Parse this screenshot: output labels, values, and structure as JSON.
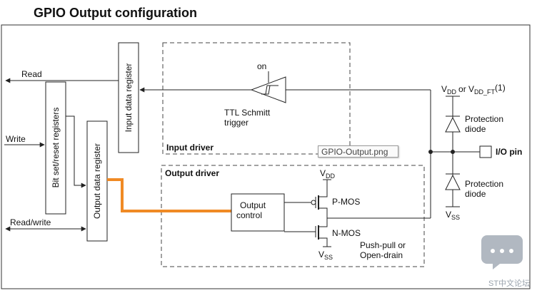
{
  "title": "GPIO Output configuration",
  "signals": {
    "read": "Read",
    "write": "Write",
    "read_write": "Read/write"
  },
  "registers": {
    "input_data": "Input data register",
    "bit_set_reset": "Bit set/reset registers",
    "output_data": "Output data register"
  },
  "input_driver": {
    "label": "Input driver",
    "on": "on",
    "schmitt": [
      "TTL Schmitt",
      "trigger"
    ]
  },
  "output_driver": {
    "label": "Output driver",
    "control": [
      "Output",
      "control"
    ],
    "pmos": "P-MOS",
    "nmos": "N-MOS",
    "mode": [
      "Push-pull or",
      "Open-drain"
    ]
  },
  "supply": {
    "vdd": "V",
    "vdd_sub": "DD",
    "vdd_or": "or V",
    "vdd_ft_sub": "DD_FT",
    "note": "(1)",
    "vss": "V",
    "vss_sub": "SS"
  },
  "protection": [
    "Protection",
    "diode"
  ],
  "io_pin": "I/O pin",
  "tooltip": "GPIO-Output.png",
  "watermark": "ST中文论坛",
  "colors": {
    "highlight": "#f08a24",
    "line": "#222222",
    "frame": "#333333"
  }
}
